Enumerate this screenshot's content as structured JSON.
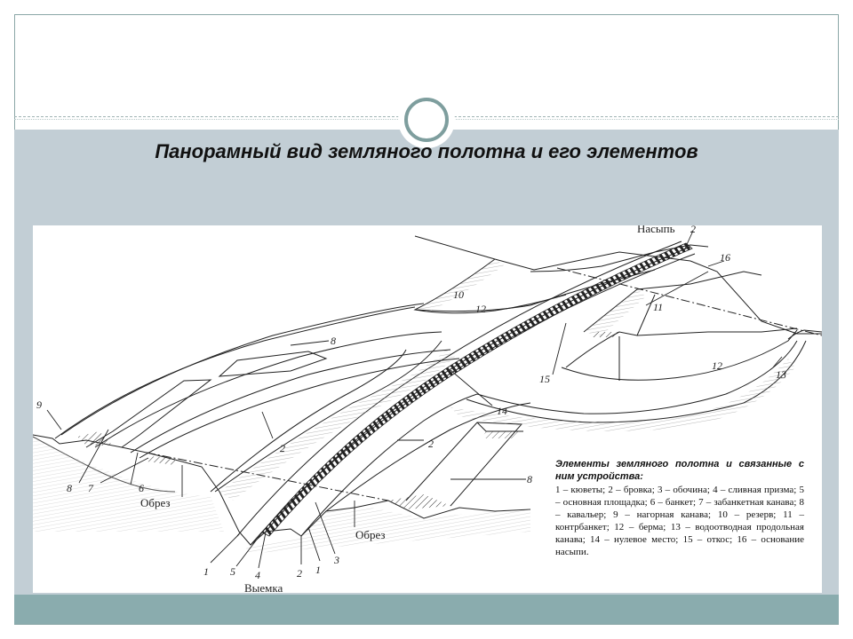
{
  "slide": {
    "title": "Панорамный вид земляного полотна и его элементов"
  },
  "diagram": {
    "labels": {
      "embankment": "Насыпь",
      "cut": "Выемка",
      "cut_edge_left": "Обрез",
      "cut_edge_right": "Обрез"
    },
    "numbers": {
      "n1a": "1",
      "n1b": "1",
      "n2a": "2",
      "n2b": "2",
      "n2c": "2",
      "n2d": "2",
      "n3": "3",
      "n4": "4",
      "n5": "5",
      "n6": "6",
      "n7": "7",
      "n8a": "8",
      "n8b": "8",
      "n8c": "8",
      "n9": "9",
      "n10": "10",
      "n11": "11",
      "n12a": "12",
      "n12b": "12",
      "n13": "13",
      "n14": "14",
      "n15": "15",
      "n16": "16"
    },
    "caption": {
      "heading": "Элементы земляного полотна и связанные с ним устройства:",
      "body": "1 – кюветы; 2 – бровка; 3 – обочина; 4 – сливная призма; 5 – основная площадка; 6 – банкет; 7 – забанкетная канава; 8 – кавальер; 9 – нагорная канава; 10 – резерв; 11 – контрбанкет; 12 – берма; 13 – водоотводная продольная канава; 14 – нулевое место; 15 – откос; 16 – основание насыпи."
    }
  }
}
